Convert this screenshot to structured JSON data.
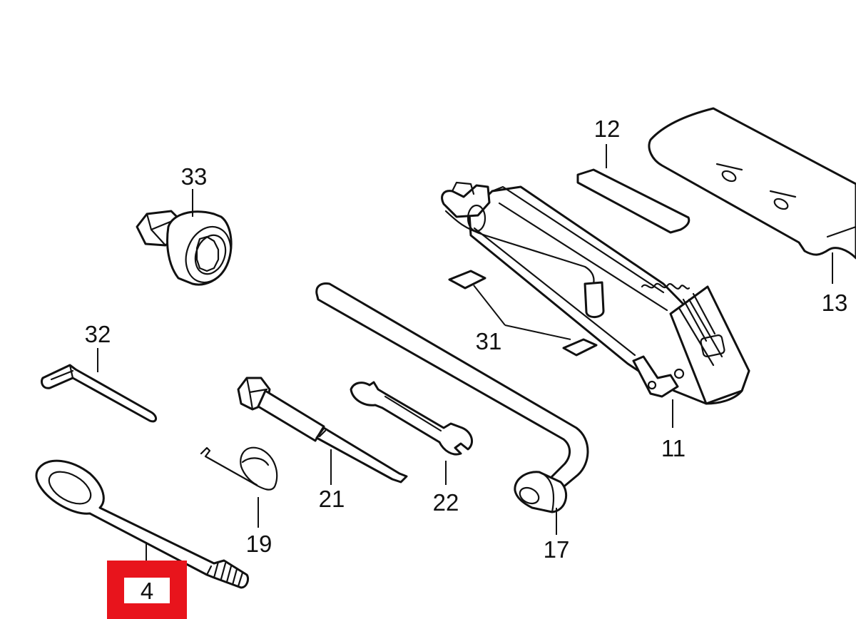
{
  "diagram": {
    "highlight_color": "#e8141c",
    "callouts": [
      {
        "id": "4",
        "text": "4",
        "highlighted": true
      },
      {
        "id": "11",
        "text": "11"
      },
      {
        "id": "12",
        "text": "12"
      },
      {
        "id": "13",
        "text": "13"
      },
      {
        "id": "17",
        "text": "17"
      },
      {
        "id": "19",
        "text": "19"
      },
      {
        "id": "21",
        "text": "21"
      },
      {
        "id": "22",
        "text": "22"
      },
      {
        "id": "31",
        "text": "31"
      },
      {
        "id": "32",
        "text": "32"
      },
      {
        "id": "33",
        "text": "33"
      }
    ]
  }
}
